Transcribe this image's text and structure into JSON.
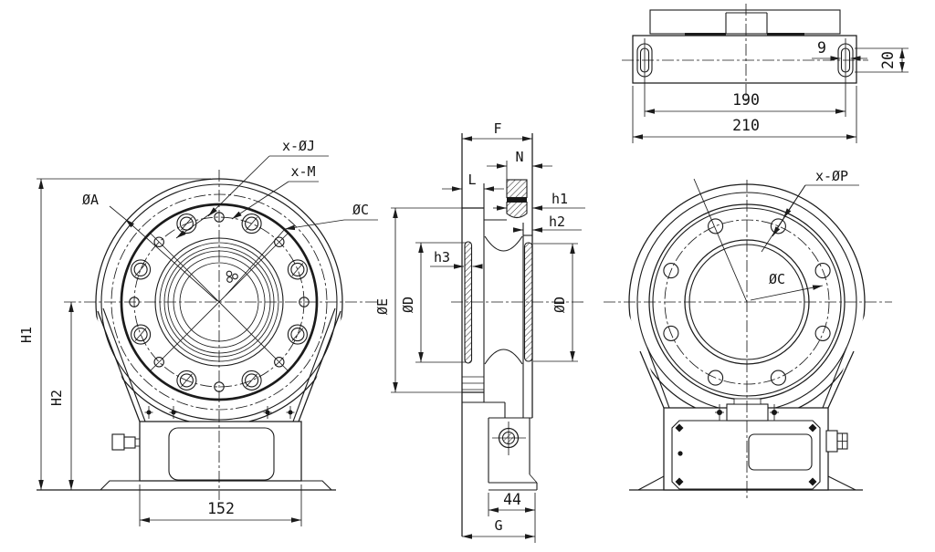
{
  "meta": {
    "description": "Engineering drawing, three orthographic views of a worm-gear slewing drive",
    "line_color": "#1b1b1b",
    "background_color": "#ffffff"
  },
  "front_view": {
    "labels": {
      "holes_j": "x-ØJ",
      "threads_m": "x-M",
      "dia_a": "ØA",
      "dia_c": "ØC"
    },
    "dimensions": {
      "overall_height": "H1",
      "center_height": "H2",
      "base_width": "152"
    }
  },
  "section_view": {
    "dimensions": {
      "flange_width": "F",
      "ring_width_n": "N",
      "ring_width_l": "L",
      "step_h1": "h1",
      "step_h2": "h2",
      "step_h3": "h3",
      "dia_e": "ØE",
      "dia_d_left": "ØD",
      "dia_d_right": "ØD",
      "motor_width": "44",
      "base_depth": "G"
    }
  },
  "rear_view": {
    "labels": {
      "holes_p": "x-ØP",
      "dia_c": "ØC"
    }
  },
  "top_view": {
    "dimensions": {
      "slot_width": "9",
      "slot_length": "20",
      "slot_spacing": "190",
      "overall_width": "210"
    }
  }
}
